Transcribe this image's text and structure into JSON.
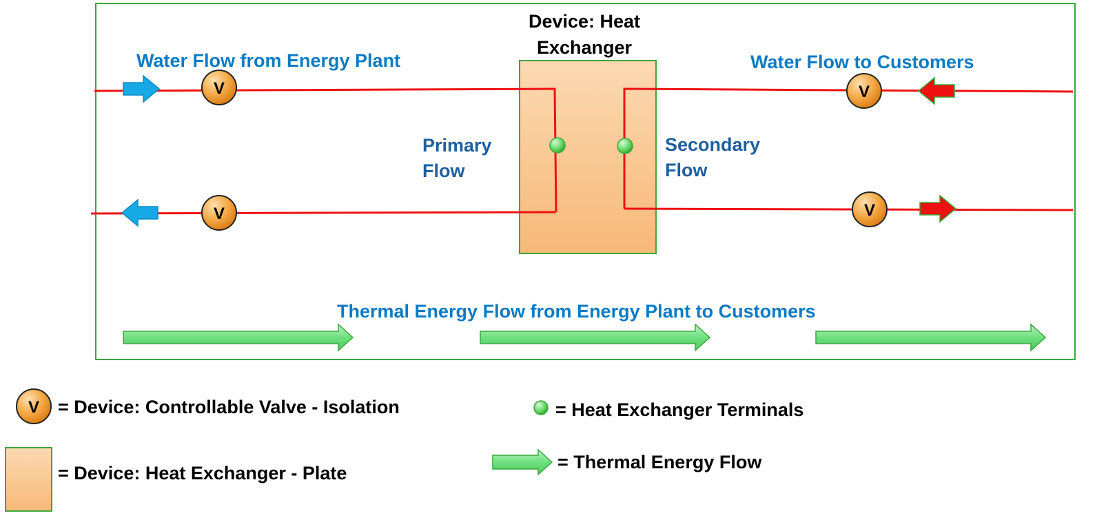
{
  "diagram": {
    "device_title": [
      "Device: Heat",
      "Exchanger"
    ],
    "water_flow_from_plant": "Water Flow from Energy Plant",
    "water_flow_to_customers": "Water Flow to Customers",
    "primary_flow": [
      "Primary",
      "Flow"
    ],
    "secondary_flow": [
      "Secondary",
      "Flow"
    ],
    "thermal_flow_label": "Thermal Energy Flow from Energy Plant to Customers",
    "valve_letter": "V",
    "colors": {
      "pipe": "#ee1111",
      "frame": "#3aa83a",
      "exchanger_fill_top": "#fbd5ab",
      "exchanger_fill_bottom": "#f8bb7c",
      "valve_fill": "#f0a040",
      "terminal": "#5fd45f",
      "cold_arrow": "#16a9e6",
      "hot_arrow": "#ee1111",
      "thermal_arrow": "#6fe07f"
    }
  },
  "legend": {
    "valve": "= Device: Controllable Valve - Isolation",
    "exchanger": "= Device: Heat Exchanger -  Plate",
    "terminals": "= Heat Exchanger Terminals",
    "thermal": "= Thermal Energy Flow"
  }
}
